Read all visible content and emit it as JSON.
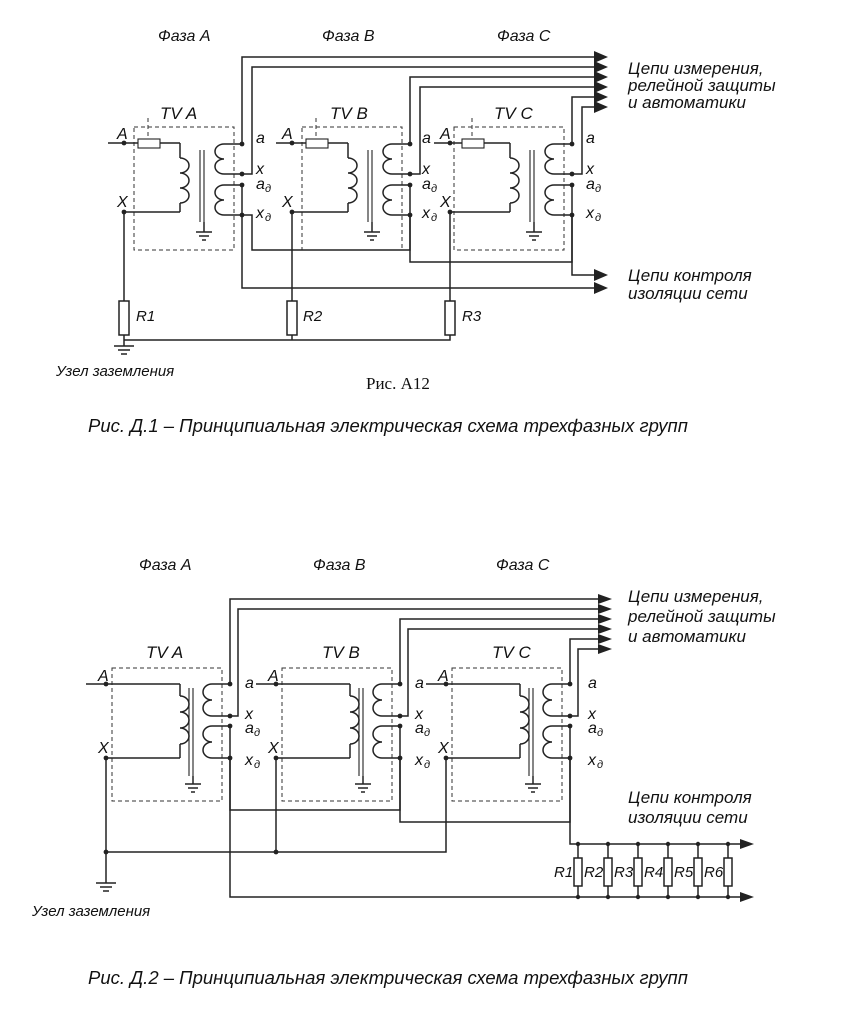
{
  "figure1": {
    "phase_labels": [
      "Фаза A",
      "Фаза B",
      "Фаза C"
    ],
    "transformer_labels": [
      "TV A",
      "TV B",
      "TV C"
    ],
    "primary_terminals": [
      "A",
      "X"
    ],
    "secondary_terminals": [
      "a",
      "x",
      "a",
      "x"
    ],
    "secondary_subscript": "д",
    "measurement_circuits": [
      "Цепи измерения,",
      "релейной защиты",
      "и автоматики"
    ],
    "insulation_circuits": [
      "Цепи контроля",
      "изоляции сети"
    ],
    "resistors": [
      "R1",
      "R2",
      "R3"
    ],
    "ground_node": "Узел заземления",
    "inner_figure_label": "Рис. А12",
    "caption": "Рис. Д.1 – Принципиальная электрическая схема трехфазных групп"
  },
  "figure2": {
    "phase_labels": [
      "Фаза A",
      "Фаза B",
      "Фаза C"
    ],
    "transformer_labels": [
      "TV A",
      "TV B",
      "TV C"
    ],
    "primary_terminals": [
      "A",
      "X"
    ],
    "secondary_terminals": [
      "a",
      "x",
      "a",
      "x"
    ],
    "secondary_subscript": "д",
    "measurement_circuits": [
      "Цепи измерения,",
      "релейной защиты",
      "и автоматики"
    ],
    "insulation_circuits": [
      "Цепи контроля",
      "изоляции сети"
    ],
    "resistors": [
      "R1",
      "R2",
      "R3",
      "R4",
      "R5",
      "R6"
    ],
    "ground_node": "Узел заземления",
    "caption": "Рис. Д.2 – Принципиальная электрическая схема трехфазных групп"
  }
}
